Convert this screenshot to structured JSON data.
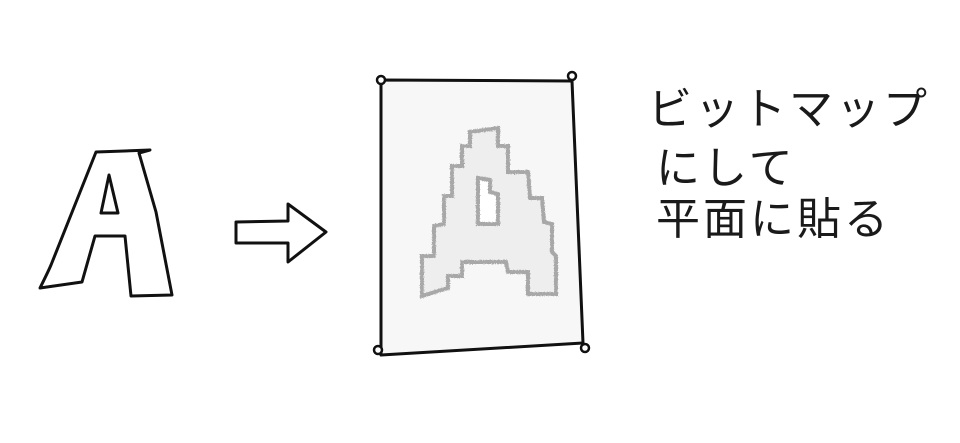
{
  "colors": {
    "ink": "#111111",
    "pixel_outline": "#a8a8a8",
    "pixel_fill": "#efefef",
    "background": "#ffffff"
  },
  "note": {
    "lines": [
      "ビットマップ",
      "にして",
      "平面に貼る"
    ]
  }
}
